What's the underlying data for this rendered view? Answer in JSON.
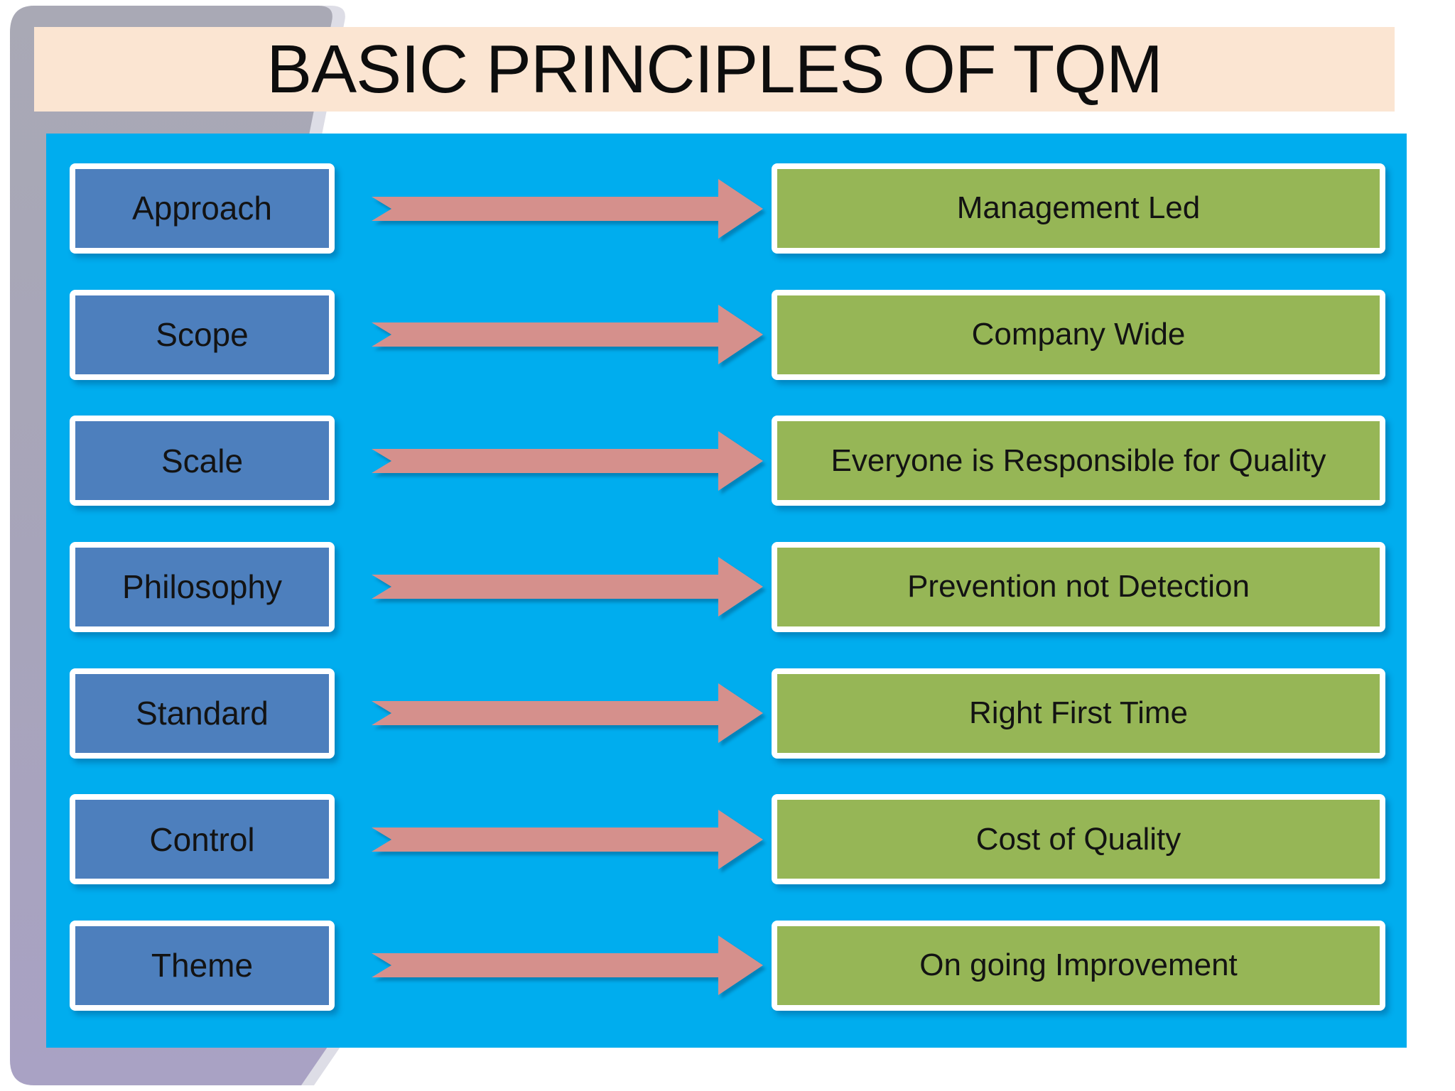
{
  "slide": {
    "title": "BASIC PRINCIPLES OF TQM"
  },
  "rows": [
    {
      "category": "Approach",
      "description": "Management Led"
    },
    {
      "category": "Scope",
      "description": "Company Wide"
    },
    {
      "category": "Scale",
      "description": "Everyone is Responsible for Quality"
    },
    {
      "category": "Philosophy",
      "description": "Prevention not Detection"
    },
    {
      "category": "Standard",
      "description": "Right First Time"
    },
    {
      "category": "Control",
      "description": "Cost of Quality"
    },
    {
      "category": "Theme",
      "description": "On going Improvement"
    }
  ],
  "colors": {
    "panel_blue": "#00adee",
    "category_box_blue": "#4d7fbd",
    "description_box_green": "#96b656",
    "arrow_salmon": "#d5908c",
    "title_bar_peach": "#fbe5d2",
    "side_swoosh_gray": "#a9a9b5",
    "side_swoosh_purple": "#a9a2c4",
    "box_border_white": "#ffffff",
    "text_black": "#111111"
  }
}
